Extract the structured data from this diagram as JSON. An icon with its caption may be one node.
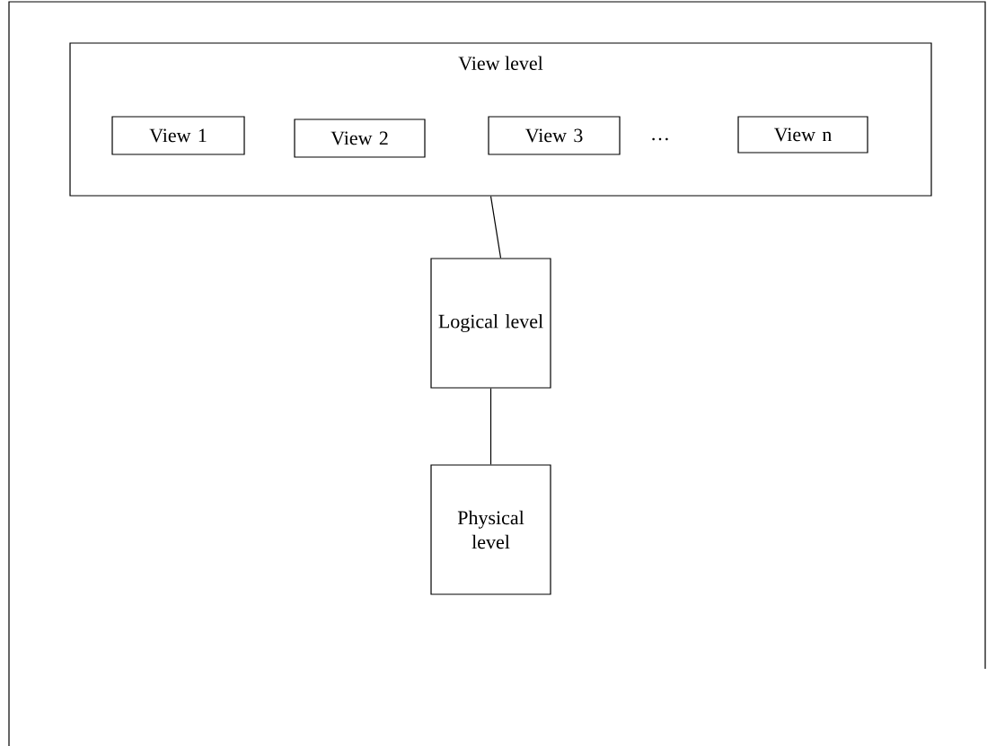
{
  "diagram": {
    "nodes": [
      {
        "text": [
          "View level"
        ]
      },
      {
        "text": [
          "View 1"
        ],
        "in": 0
      },
      {
        "text": [
          "View 2"
        ],
        "in": 0
      },
      {
        "text": [
          "View 3"
        ],
        "in": 0
      },
      {
        "text": [
          "View n"
        ],
        "in": 0
      },
      {
        "text": [
          "Logical level"
        ]
      },
      {
        "text": [
          "Physical level"
        ]
      }
    ],
    "edges": [
      {
        "from": 0,
        "to": 5,
        "arrow": "none"
      },
      {
        "from": 5,
        "to": 6,
        "arrow": "none"
      }
    ],
    "labels": [
      "…"
    ]
  }
}
